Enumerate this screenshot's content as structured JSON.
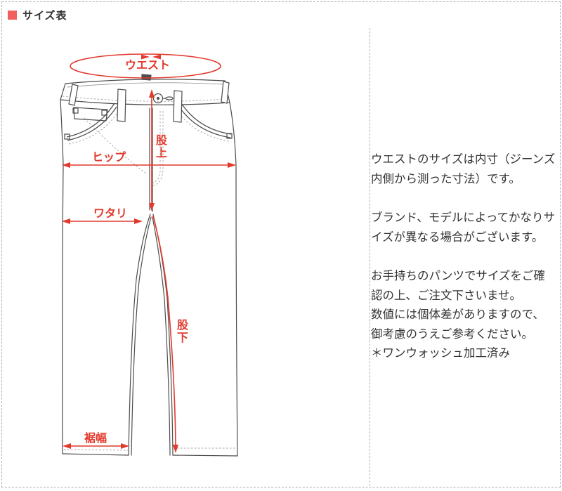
{
  "header": {
    "title": "サイズ表"
  },
  "colors": {
    "bullet_red": "#f2605d",
    "annotation_red": "#e23a2d",
    "outline_gray": "#4d4d4d",
    "stitch_gray": "#a8a8a8",
    "border_gray": "#b0b0b0",
    "text_color": "#333333"
  },
  "diagram": {
    "labels": {
      "waist": "ウエスト",
      "rise": "股上",
      "hip": "ヒップ",
      "thigh": "ワタリ",
      "inseam": "股下",
      "hem_width": "裾幅"
    }
  },
  "notes": {
    "paragraphs": [
      {
        "lines": [
          "ウエストのサイズは内寸（ジーンズ",
          "内側から測った寸法）です。"
        ]
      },
      {
        "lines": [
          "ブランド、モデルによってかなりサ",
          "イズが異なる場合がございます。"
        ]
      },
      {
        "lines": [
          "お手持ちのパンツでサイズをご確",
          "認の上、ご注文下さいませ。",
          "数値には個体差がありますので、",
          "御考慮のうえご参考ください。",
          "＊ワンウォッシュ加工済み"
        ]
      }
    ]
  }
}
